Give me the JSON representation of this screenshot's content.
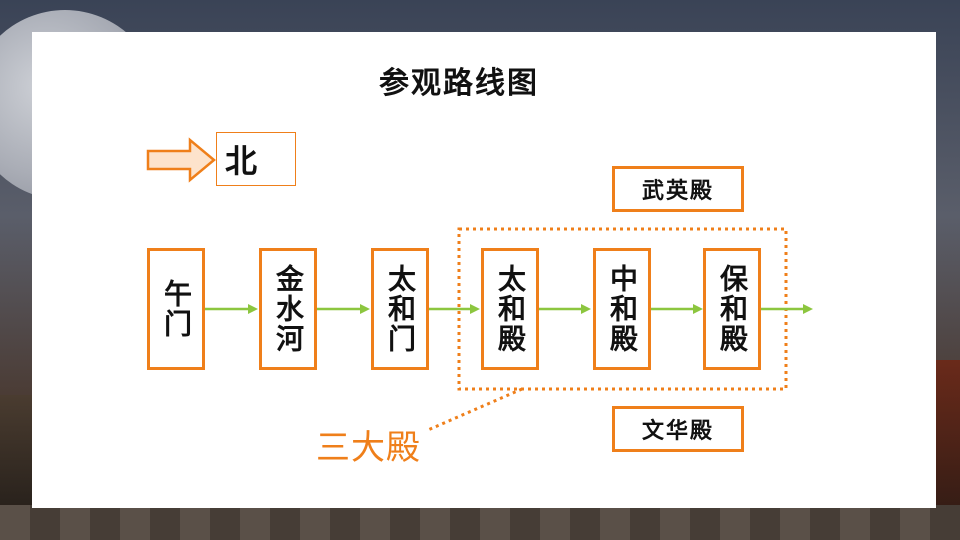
{
  "title": "参观路线图",
  "north_label": "北",
  "route": [
    {
      "label": "午门"
    },
    {
      "label": "金水河"
    },
    {
      "label": "太和门"
    },
    {
      "label": "太和殿"
    },
    {
      "label": "中和殿"
    },
    {
      "label": "保和殿"
    }
  ],
  "side_halls": {
    "top": "武英殿",
    "bottom": "文华殿"
  },
  "group_label": "三大殿",
  "colors": {
    "accent": "#ef7f1a",
    "arrow": "#8cc63f"
  }
}
